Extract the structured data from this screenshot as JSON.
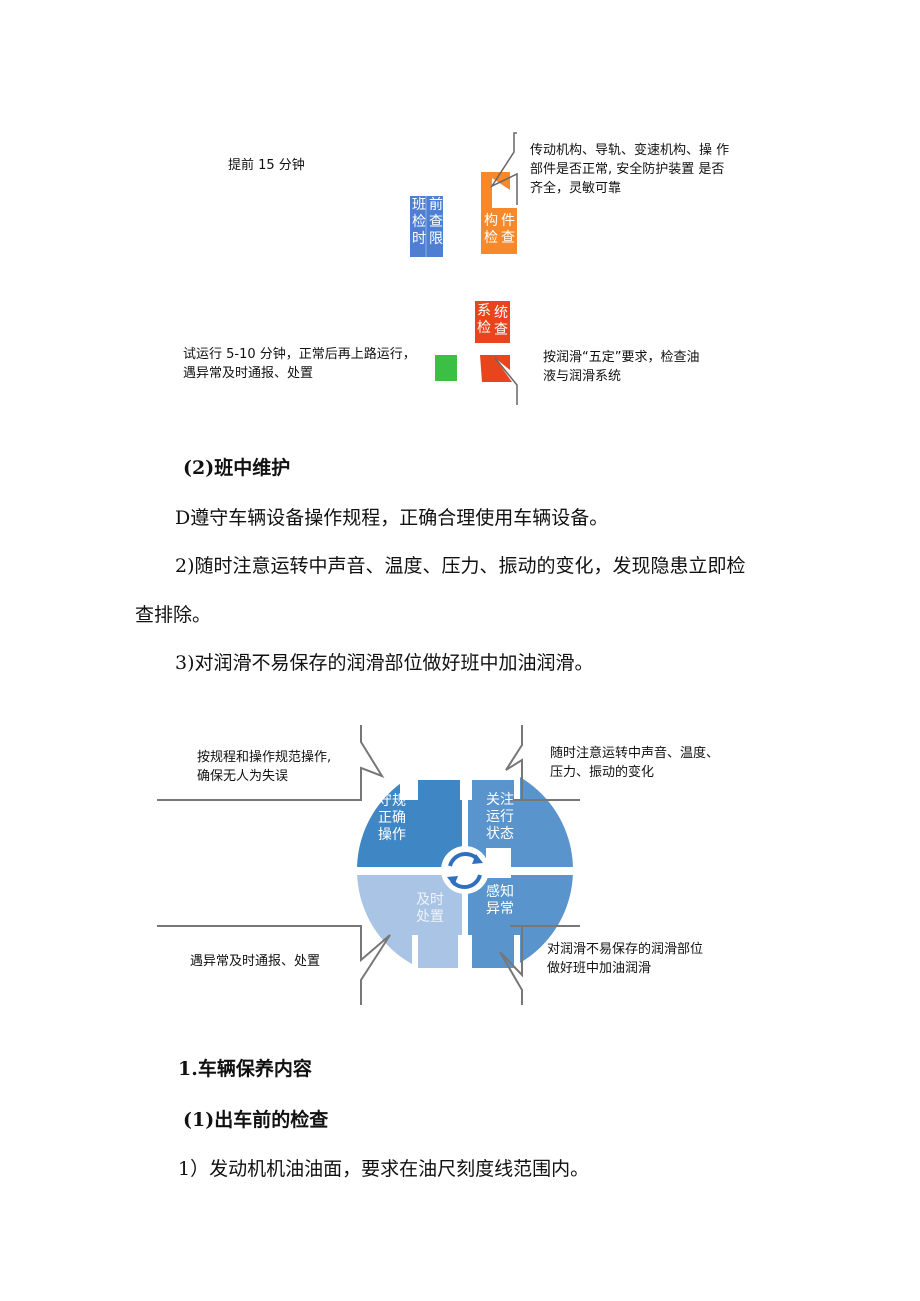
{
  "diagram1": {
    "time_limit_note": "提前 15 分钟",
    "components_note_lines": [
      "传动机构、导轨、变速机构、操 作",
      "部件是否正常, 安全防护装置 是否",
      "齐全，灵敏可靠"
    ],
    "blue_box_cols": [
      "班检时",
      "前查限"
    ],
    "orange_box_cols": [
      "构检",
      "件查"
    ],
    "red_box_cols": [
      "系检",
      "统查"
    ],
    "trial_run_lines": [
      "试运行 5-10 分钟，正常后再上路运行，",
      "遇异常及时通报、处置"
    ],
    "lubrication_lines": [
      "按润滑“五定”要求，检查油",
      "液与润滑系统"
    ],
    "colors": {
      "blue": "#4f7fd0",
      "orange": "#f7892a",
      "red": "#e8451c",
      "green": "#3cbf45"
    }
  },
  "section_mid_shift": {
    "heading": "(2)班中维护",
    "item1": "D遵守车辆设备操作规程，正确合理使用车辆设备。",
    "item2_line1": "2)随时注意运转中声音、温度、压力、振动的变化，发现隐患立即检",
    "item2_line2": "查排除。",
    "item3": "3)对润滑不易保存的润滑部位做好班中加油润滑。"
  },
  "diagram2": {
    "top_left_note": [
      "按规程和操作规范操作,",
      "确保无人为失误"
    ],
    "top_right_note": [
      "随时注意运转中声音、温度、",
      "压力、振动的变化"
    ],
    "bottom_left_note": "遇异常及时通报、处置",
    "bottom_right_note": [
      "对润滑不易保存的润滑部位",
      "做好班中加油润滑"
    ],
    "q_top_left": [
      "守规",
      "正确",
      "操作"
    ],
    "q_top_right": [
      "关注",
      "运行",
      "状态"
    ],
    "q_bottom_left": [
      "及时",
      "处置"
    ],
    "q_bottom_right": [
      "感知",
      "异常"
    ],
    "center_icon": "refresh-cycle-icon",
    "colors": {
      "dark_blue": "#3f86c4",
      "mid_blue": "#5a94cc",
      "light_blue": "#a9c4e4",
      "cycle": "#2f6fc0"
    }
  },
  "section_maintenance": {
    "heading": "1.车辆保养内容",
    "subheading": "(1)出车前的检查",
    "item1": "1）发动机机油油面，要求在油尺刻度线范围内。"
  }
}
